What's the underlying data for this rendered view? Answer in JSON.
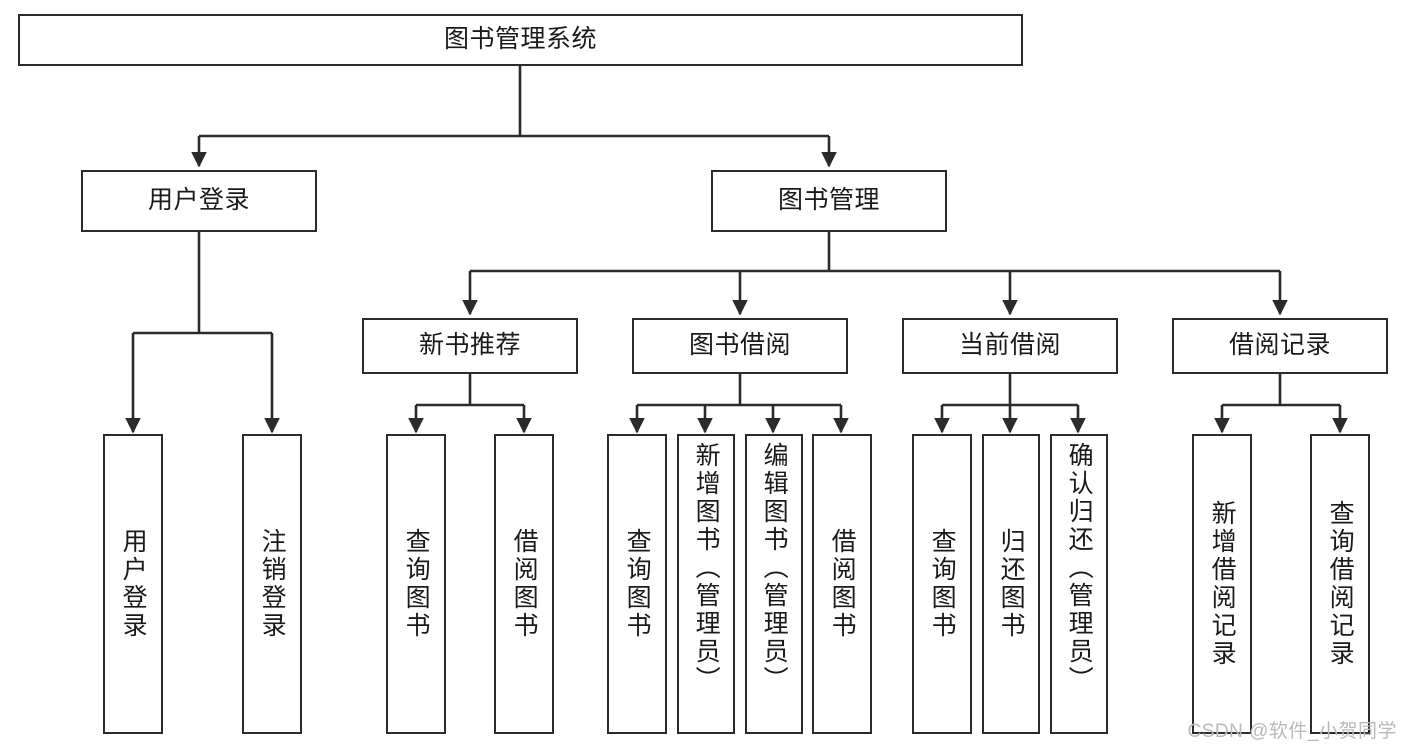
{
  "diagram": {
    "title": "图书管理系统",
    "type": "tree",
    "watermark": "CSDN @软件_小贺同学",
    "colors": {
      "box_border": "#2b2b2b",
      "box_fill": "#ffffff",
      "edge": "#2b2b2b",
      "text": "#1a1a1a",
      "watermark": "#b9b9b9"
    },
    "root": {
      "label": "图书管理系统"
    },
    "level1": [
      {
        "label": "用户登录"
      },
      {
        "label": "图书管理"
      }
    ],
    "level2": [
      {
        "label": "新书推荐"
      },
      {
        "label": "图书借阅"
      },
      {
        "label": "当前借阅"
      },
      {
        "label": "借阅记录"
      }
    ],
    "leaves": {
      "user_login": [
        {
          "label": "用户登录"
        },
        {
          "label": "注销登录"
        }
      ],
      "new_books": [
        {
          "label": "查询图书"
        },
        {
          "label": "借阅图书"
        }
      ],
      "book_borrow": [
        {
          "label": "查询图书"
        },
        {
          "label": "新增图书（管理员）"
        },
        {
          "label": "编辑图书（管理员）"
        },
        {
          "label": "借阅图书"
        }
      ],
      "current_borrow": [
        {
          "label": "查询图书"
        },
        {
          "label": "归还图书"
        },
        {
          "label": "确认归还（管理员）"
        }
      ],
      "borrow_records": [
        {
          "label": "新增借阅记录"
        },
        {
          "label": "查询借阅记录"
        }
      ]
    }
  }
}
